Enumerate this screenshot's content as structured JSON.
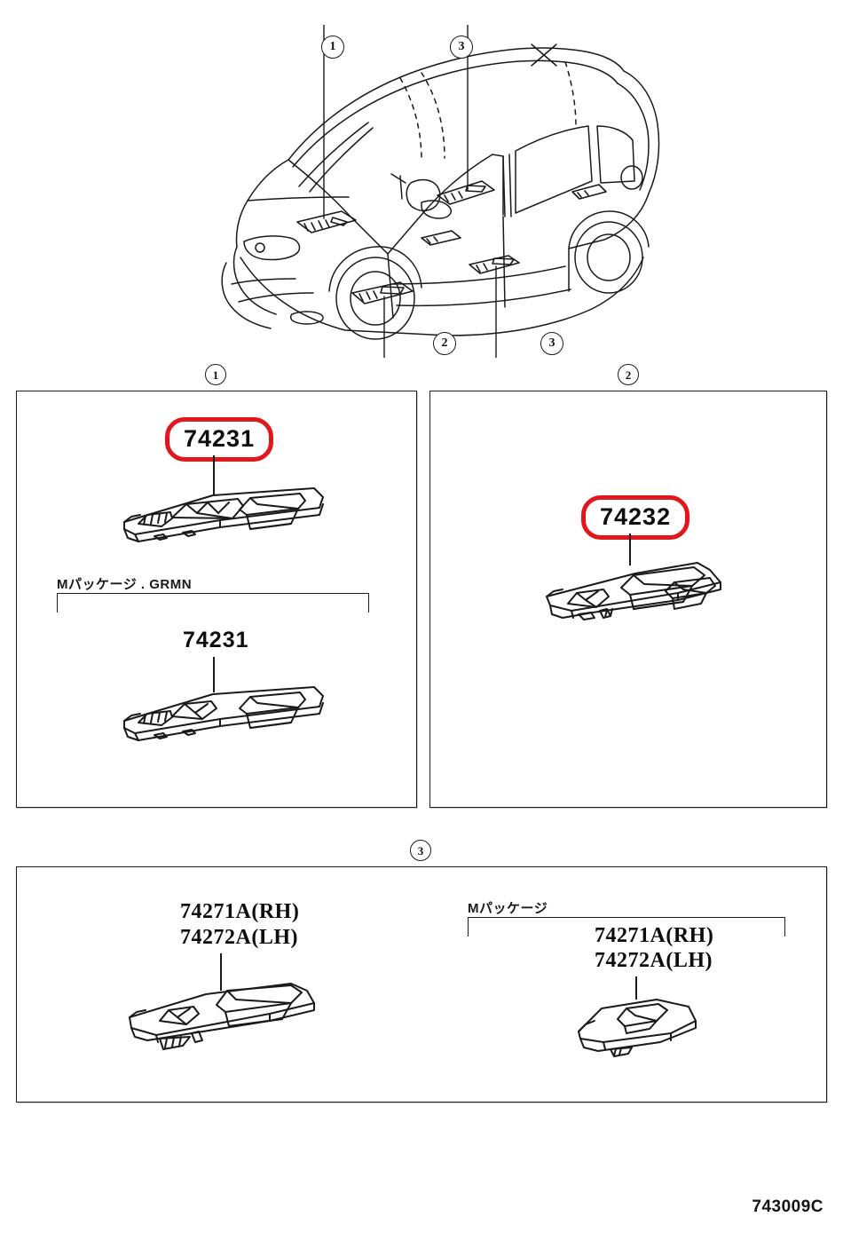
{
  "diagram": {
    "reference_code": "743009C",
    "accent_color": "#e2171c",
    "line_color": "#1b1b1b"
  },
  "vehicle": {
    "name": "hatchback-cutaway-illustration",
    "callouts": [
      {
        "id": "1",
        "label": "1",
        "position": "front-door-trim-upper"
      },
      {
        "id": "3",
        "label": "3",
        "position": "rear-roof-rail"
      },
      {
        "id": "2",
        "label": "2",
        "position": "front-door-lower"
      },
      {
        "id": "3b",
        "label": "3",
        "position": "rear-door-lower"
      }
    ]
  },
  "panels": [
    {
      "id": "panel-1",
      "header": "1",
      "primary": {
        "part_number": "74231",
        "highlighted": true,
        "drawing": "master-window-switch-assembly"
      },
      "variant": {
        "note": "Mパッケージ . GRMN",
        "part_number": "74231",
        "drawing": "window-switch-assembly-simple"
      }
    },
    {
      "id": "panel-2",
      "header": "2",
      "primary": {
        "part_number": "74232",
        "highlighted": true,
        "drawing": "passenger-window-switch-assembly"
      }
    },
    {
      "id": "panel-3",
      "header": "3",
      "primary": {
        "part_number_rh": "74271A(RH)",
        "part_number_lh": "74272A(LH)",
        "highlighted": false,
        "drawing": "rear-window-switch-bezel"
      },
      "variant": {
        "note": "Mパッケージ",
        "part_number_rh": "74271A(RH)",
        "part_number_lh": "74272A(LH)",
        "drawing": "rear-window-switch-bezel-small"
      }
    }
  ]
}
